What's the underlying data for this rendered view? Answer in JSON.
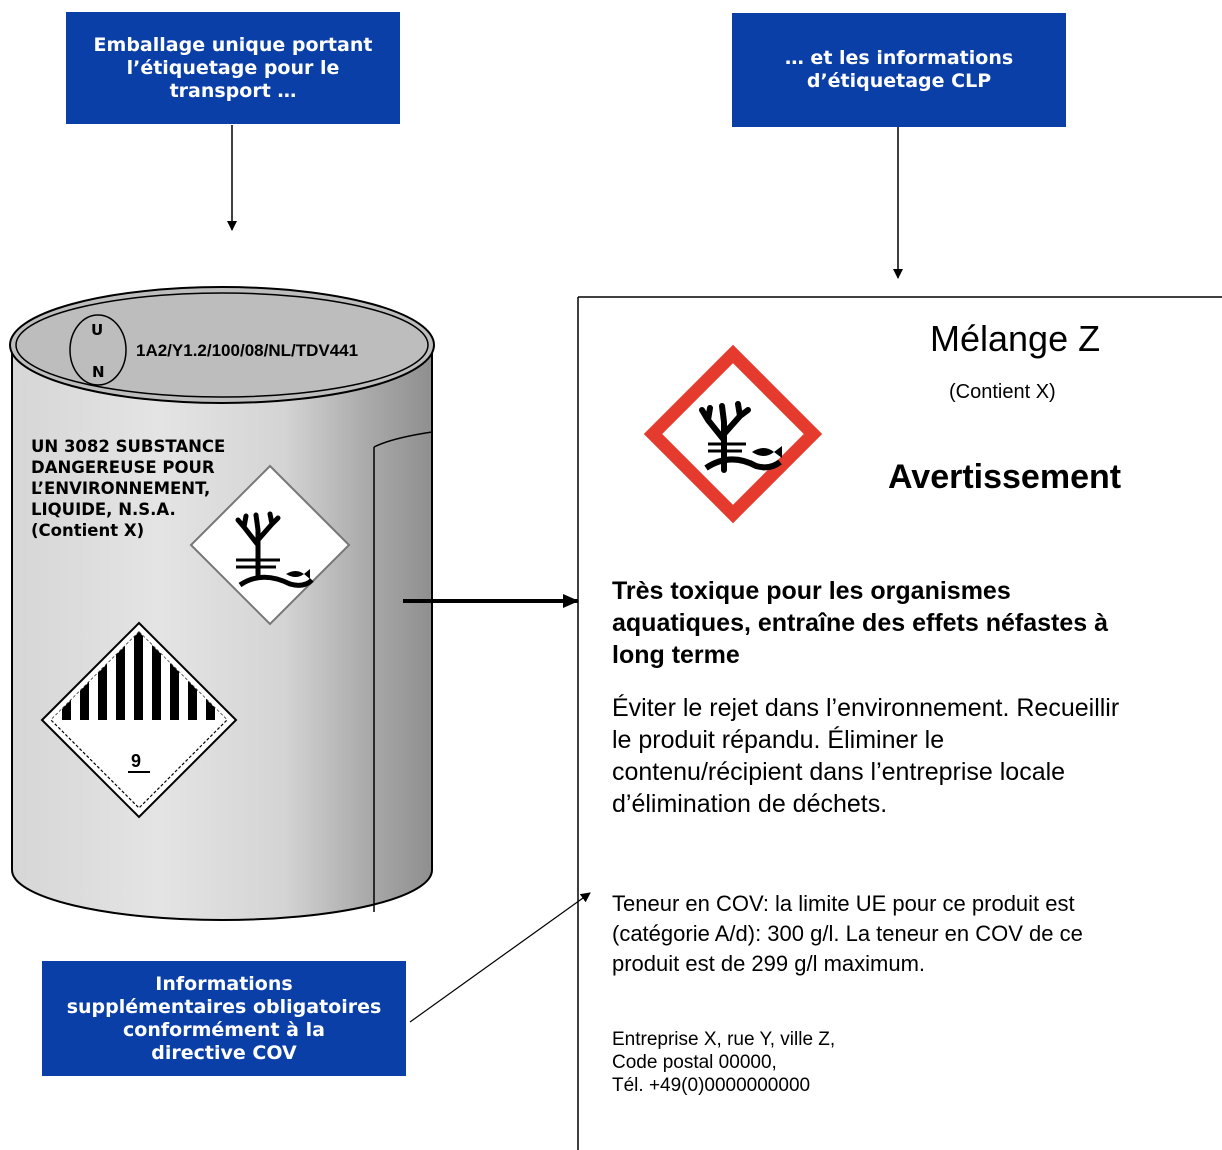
{
  "callouts": {
    "transport": [
      "Emballage unique portant",
      "l’étiquetage pour le",
      "transport …"
    ],
    "clp": [
      "… et les informations",
      "d’étiquetage CLP"
    ],
    "voc": [
      "Informations",
      "supplémentaires obligatoires",
      "conformément à la",
      "directive COV"
    ]
  },
  "drum": {
    "un_letters": [
      "U",
      "N"
    ],
    "packaging_code": "1A2/Y1.2/100/08/NL/TDV441",
    "proper_shipping_name": [
      "UN 3082 SUBSTANCE",
      "DANGEREUSE POUR",
      "L’ENVIRONNEMENT,",
      "LIQUIDE, N.S.A.",
      "(Contient X)"
    ],
    "class_number": "9",
    "environment_mark_icon": "environment-hazard-icon",
    "class9_label_icon": "class-9-label-icon"
  },
  "clp_label": {
    "product_name": "Mélange Z",
    "contains": "(Contient X)",
    "pictogram_icon": "ghs09-environment-icon",
    "signal_word": "Avertissement",
    "hazard_statement": [
      "Très toxique pour les organismes",
      "aquatiques, entraîne des effets néfastes à",
      "long terme"
    ],
    "precautionary_statements": [
      "Éviter le rejet dans l’environnement. Recueillir",
      "le produit répandu. Éliminer le",
      "contenu/récipient dans l’entreprise locale",
      "d’élimination de déchets."
    ],
    "voc_info": [
      "Teneur en COV: la limite UE pour ce produit est",
      "(catégorie A/d): 300 g/l. La teneur en COV de ce",
      "produit est de 299 g/l maximum."
    ],
    "supplier": [
      "Entreprise X, rue Y, ville Z,",
      "Code postal 00000,",
      "Tél. +49(0)0000000000"
    ]
  },
  "colors": {
    "callout_bg": "#0b3fa8",
    "pictogram_border": "#e53a2e",
    "drum_top": "#bdbdbd"
  }
}
